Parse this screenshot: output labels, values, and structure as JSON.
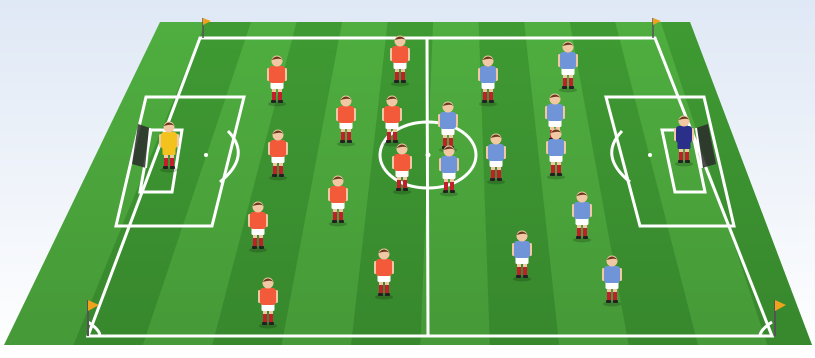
{
  "scene": {
    "kind": "football-pitch-formation",
    "colors": {
      "sky": "#dfe8f5",
      "grass_light": "#4fae3f",
      "grass_dark": "#3f9a33",
      "lines": "#ffffff",
      "team_red_shirt": "#f25a3a",
      "team_red_shorts": "#ffffff",
      "team_blue_shirt": "#6f95d8",
      "team_blue_shorts": "#ffffff",
      "keeper_left_shirt": "#f3c21c",
      "keeper_right_shirt": "#2a2f8a",
      "skin": "#f2c7a3",
      "socks_red": "#c31f2a",
      "flag": "#f0a21c"
    },
    "teams": [
      {
        "name": "red",
        "players": 11
      },
      {
        "name": "blue",
        "players": 11
      }
    ]
  }
}
